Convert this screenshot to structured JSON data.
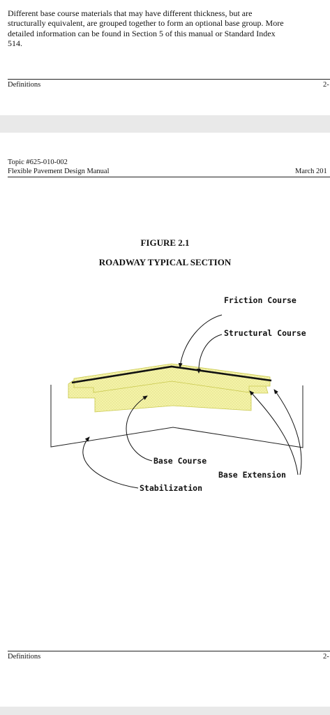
{
  "top_page": {
    "paragraph_lines": [
      "Different base course materials that may have different thickness, but are",
      "structurally equivalent, are grouped together to form an optional base group. More",
      "detailed information can be found in Section 5 of this manual or Standard Index",
      "514."
    ],
    "footer_left": "Definitions",
    "footer_right": "2-"
  },
  "main_page": {
    "header_topic": "Topic #625-010-002",
    "header_manual": "Flexible Pavement Design Manual",
    "header_date": "March 201",
    "figure_number": "FIGURE 2.1",
    "figure_title": "ROADWAY TYPICAL SECTION",
    "labels": {
      "friction": "Friction Course",
      "structural": "Structural Course",
      "base": "Base Course",
      "extension": "Base Extension",
      "stabilization": "Stabilization"
    },
    "colors": {
      "base_fill": "#f4f3a8",
      "base_stroke": "#c9c84f",
      "friction_line": "#111111"
    },
    "footer_left": "Definitions",
    "footer_right": "2-"
  }
}
